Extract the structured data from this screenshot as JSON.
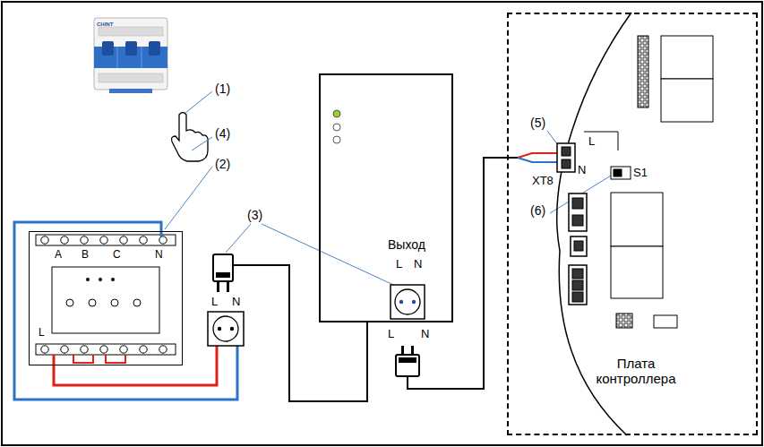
{
  "diagram": {
    "nodes": [
      {
        "text": [
          "A",
          "B",
          "C",
          "N",
          "L"
        ]
      },
      {
        "text": [
          "Выход",
          "L",
          "N"
        ]
      },
      {
        "text": [
          "Плата контроллера"
        ]
      }
    ],
    "labels": [
      "CHINT",
      "(1)",
      "(4)",
      "(2)",
      "(3)",
      "L",
      "N",
      "L",
      "N",
      "(5)",
      "L",
      "XT8",
      "N",
      "S1",
      "(6)"
    ]
  }
}
